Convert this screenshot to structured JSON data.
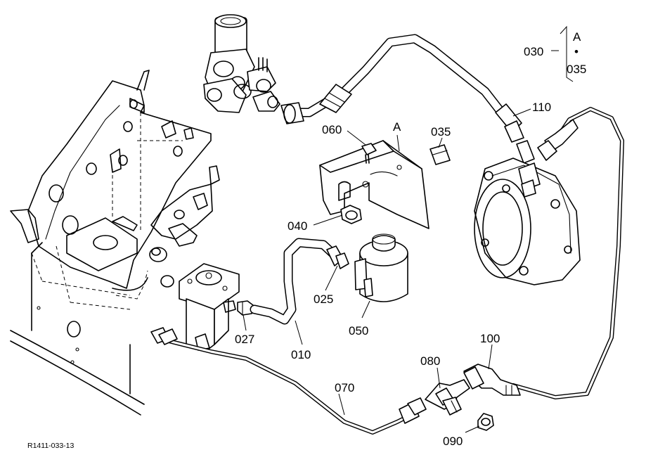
{
  "drawing_ref": "R1411-033-13",
  "callouts": {
    "c010": "010",
    "c025": "025",
    "c027": "027",
    "c030": "030",
    "c035_bracket": "035",
    "c035": "035",
    "c040": "040",
    "c050": "050",
    "c060": "060",
    "c070": "070",
    "c080": "080",
    "c090": "090",
    "c100": "100",
    "c110": "110"
  },
  "view_marks": {
    "a_top": "A",
    "a_bracket": "A",
    "dot": "•"
  },
  "colors": {
    "line": "#000000",
    "paper": "#ffffff"
  }
}
